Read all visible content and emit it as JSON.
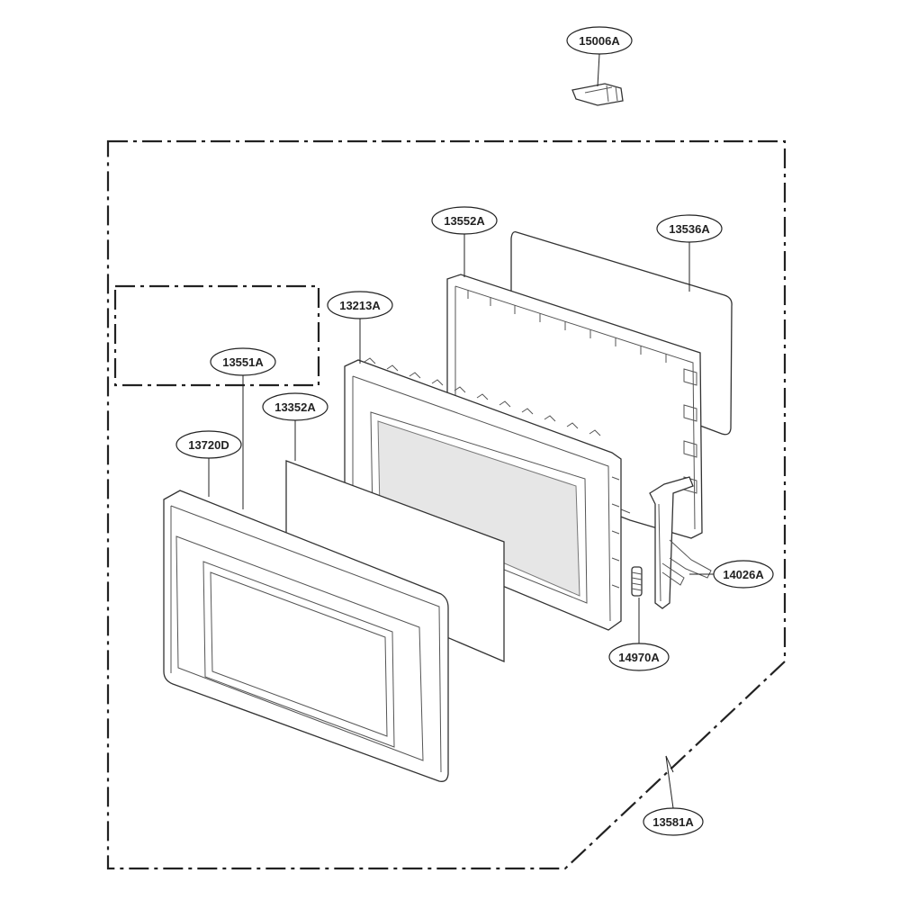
{
  "parts": [
    {
      "id": "latch-hook",
      "label": "15006A"
    },
    {
      "id": "door-frame",
      "label": "13552A"
    },
    {
      "id": "door-window-glass",
      "label": "13536A"
    },
    {
      "id": "door-panel",
      "label": "13213A"
    },
    {
      "id": "door-trim",
      "label": "13551A"
    },
    {
      "id": "door-sheet",
      "label": "13352A"
    },
    {
      "id": "door-front",
      "label": "13720D"
    },
    {
      "id": "latch-key",
      "label": "14026A"
    },
    {
      "id": "latch-spring",
      "label": "14970A"
    },
    {
      "id": "door-assembly",
      "label": "13581A"
    }
  ],
  "colors": {
    "line": "#222222",
    "glass": "#e6e6e6",
    "background": "#ffffff"
  }
}
